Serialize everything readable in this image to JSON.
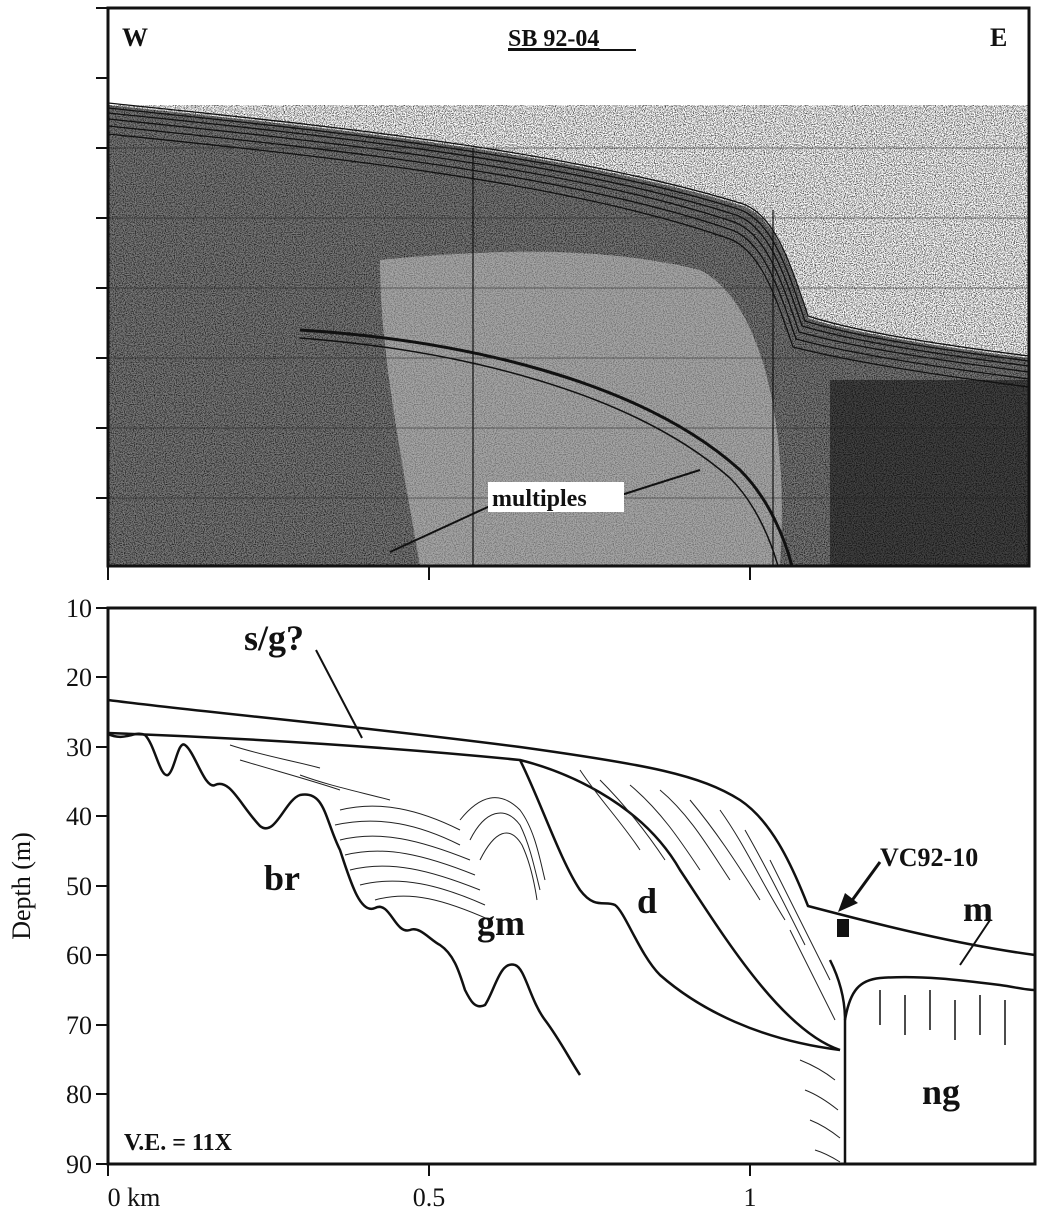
{
  "seismic_panel": {
    "left_label": "W",
    "right_label": "E",
    "title": "SB 92-04",
    "annotation": "multiples"
  },
  "interpretation_panel": {
    "y_axis_label": "Depth (m)",
    "y_ticks": [
      "10",
      "20",
      "30",
      "40",
      "50",
      "60",
      "70",
      "80",
      "90"
    ],
    "x_ticks": [
      "0 km",
      "0.5",
      "1"
    ],
    "unit_labels": {
      "surface": "s/g?",
      "bedrock": "br",
      "glaciomarine": "gm",
      "deltaic": "d",
      "marine": "m",
      "nearshore": "ng"
    },
    "core_label": "VC92-10",
    "vertical_exaggeration": "V.E. = 11X"
  },
  "colors": {
    "ink": "#111111",
    "paper": "#ffffff"
  }
}
